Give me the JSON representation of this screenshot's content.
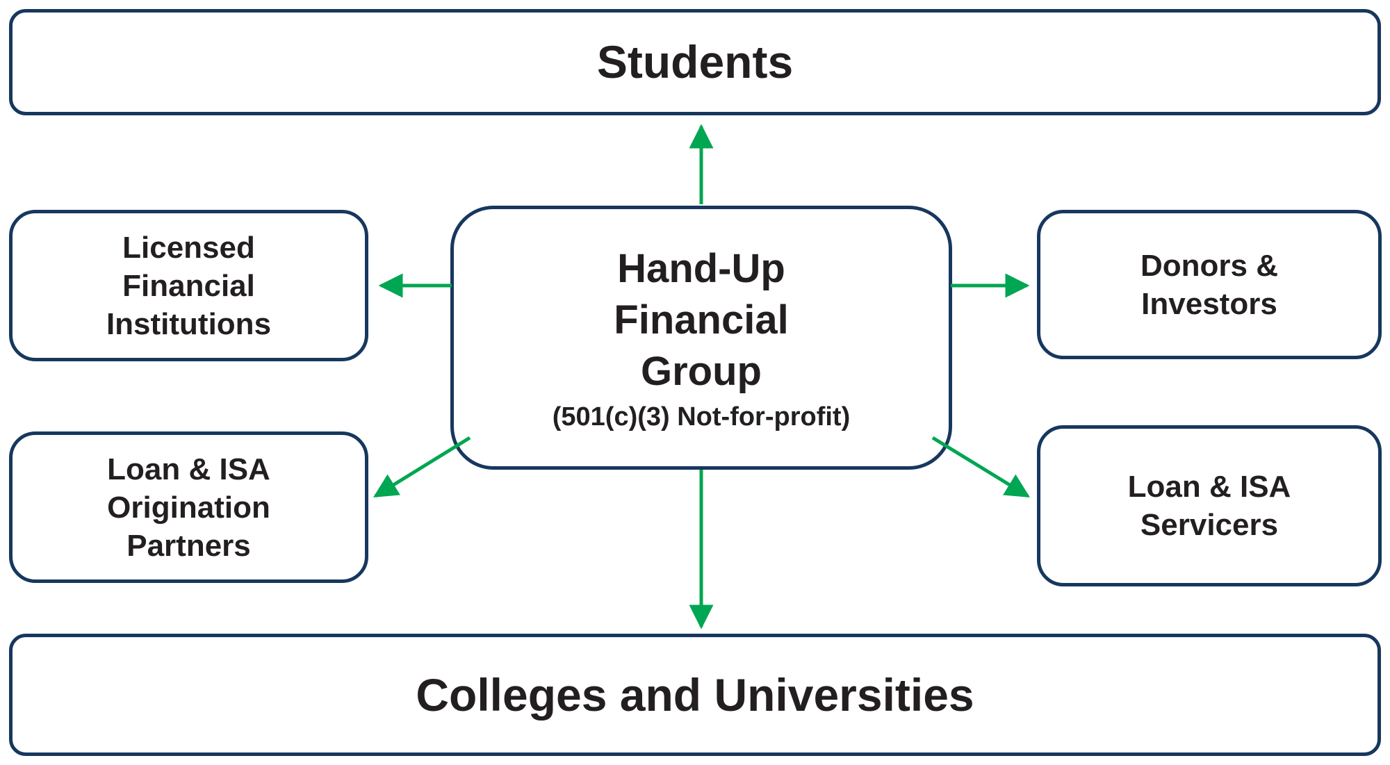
{
  "diagram": {
    "type": "network-flow-diagram",
    "center": {
      "title": "Hand-Up\nFinancial\nGroup",
      "subtitle": "(501(c)(3) Not-for-profit)"
    },
    "nodes": {
      "students": "Students",
      "licensed_financial_institutions": "Licensed\nFinancial\nInstitutions",
      "donors_investors": "Donors &\nInvestors",
      "loan_isa_origination_partners": "Loan & ISA\nOrigination\nPartners",
      "loan_isa_servicers": "Loan & ISA\nServicers",
      "colleges_universities": "Colleges and Universities"
    },
    "arrows": [
      {
        "from": "center",
        "to": "students",
        "direction": "up"
      },
      {
        "from": "center",
        "to": "licensed_financial_institutions",
        "direction": "left"
      },
      {
        "from": "center",
        "to": "donors_investors",
        "direction": "right"
      },
      {
        "from": "center",
        "to": "loan_isa_origination_partners",
        "direction": "down-left"
      },
      {
        "from": "center",
        "to": "loan_isa_servicers",
        "direction": "down-right"
      },
      {
        "from": "center",
        "to": "colleges_universities",
        "direction": "down"
      }
    ],
    "colors": {
      "border": "#17375e",
      "arrow": "#00a651",
      "text": "#231f20",
      "background": "#ffffff"
    }
  }
}
